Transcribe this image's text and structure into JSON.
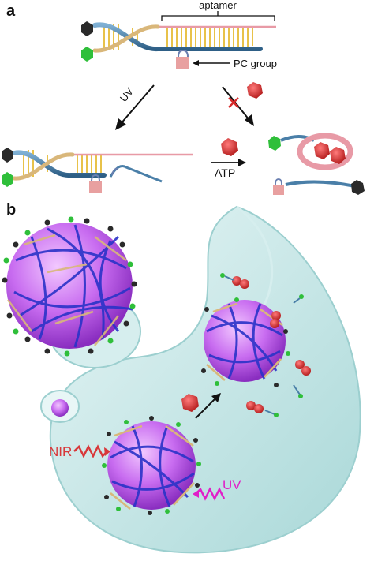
{
  "panels": {
    "a": {
      "label": "a"
    },
    "b": {
      "label": "b"
    }
  },
  "labels": {
    "aptamer": "aptamer",
    "pc_group": "PC group",
    "uv_arrow": "UV",
    "atp": "ATP",
    "nir": "NIR",
    "uv_cell": "UV"
  },
  "colors": {
    "helix_blue": "#4a7fa8",
    "helix_tan": "#d9b77a",
    "aptamer_pink": "#e89aa6",
    "base_yellow": "#e8c24a",
    "pc_lock": "#e8a0a0",
    "atp_red": "#d62a2a",
    "cap_black": "#2a2a2a",
    "cap_green": "#2fbf3a",
    "cell_fill": "#bfe3e3",
    "cell_stroke": "#9ccfcf",
    "sphere_purple": "#c86cf0",
    "fiber_blue": "#2a33c8",
    "nir_red": "#d8383a",
    "uv_magenta": "#e020c8"
  }
}
